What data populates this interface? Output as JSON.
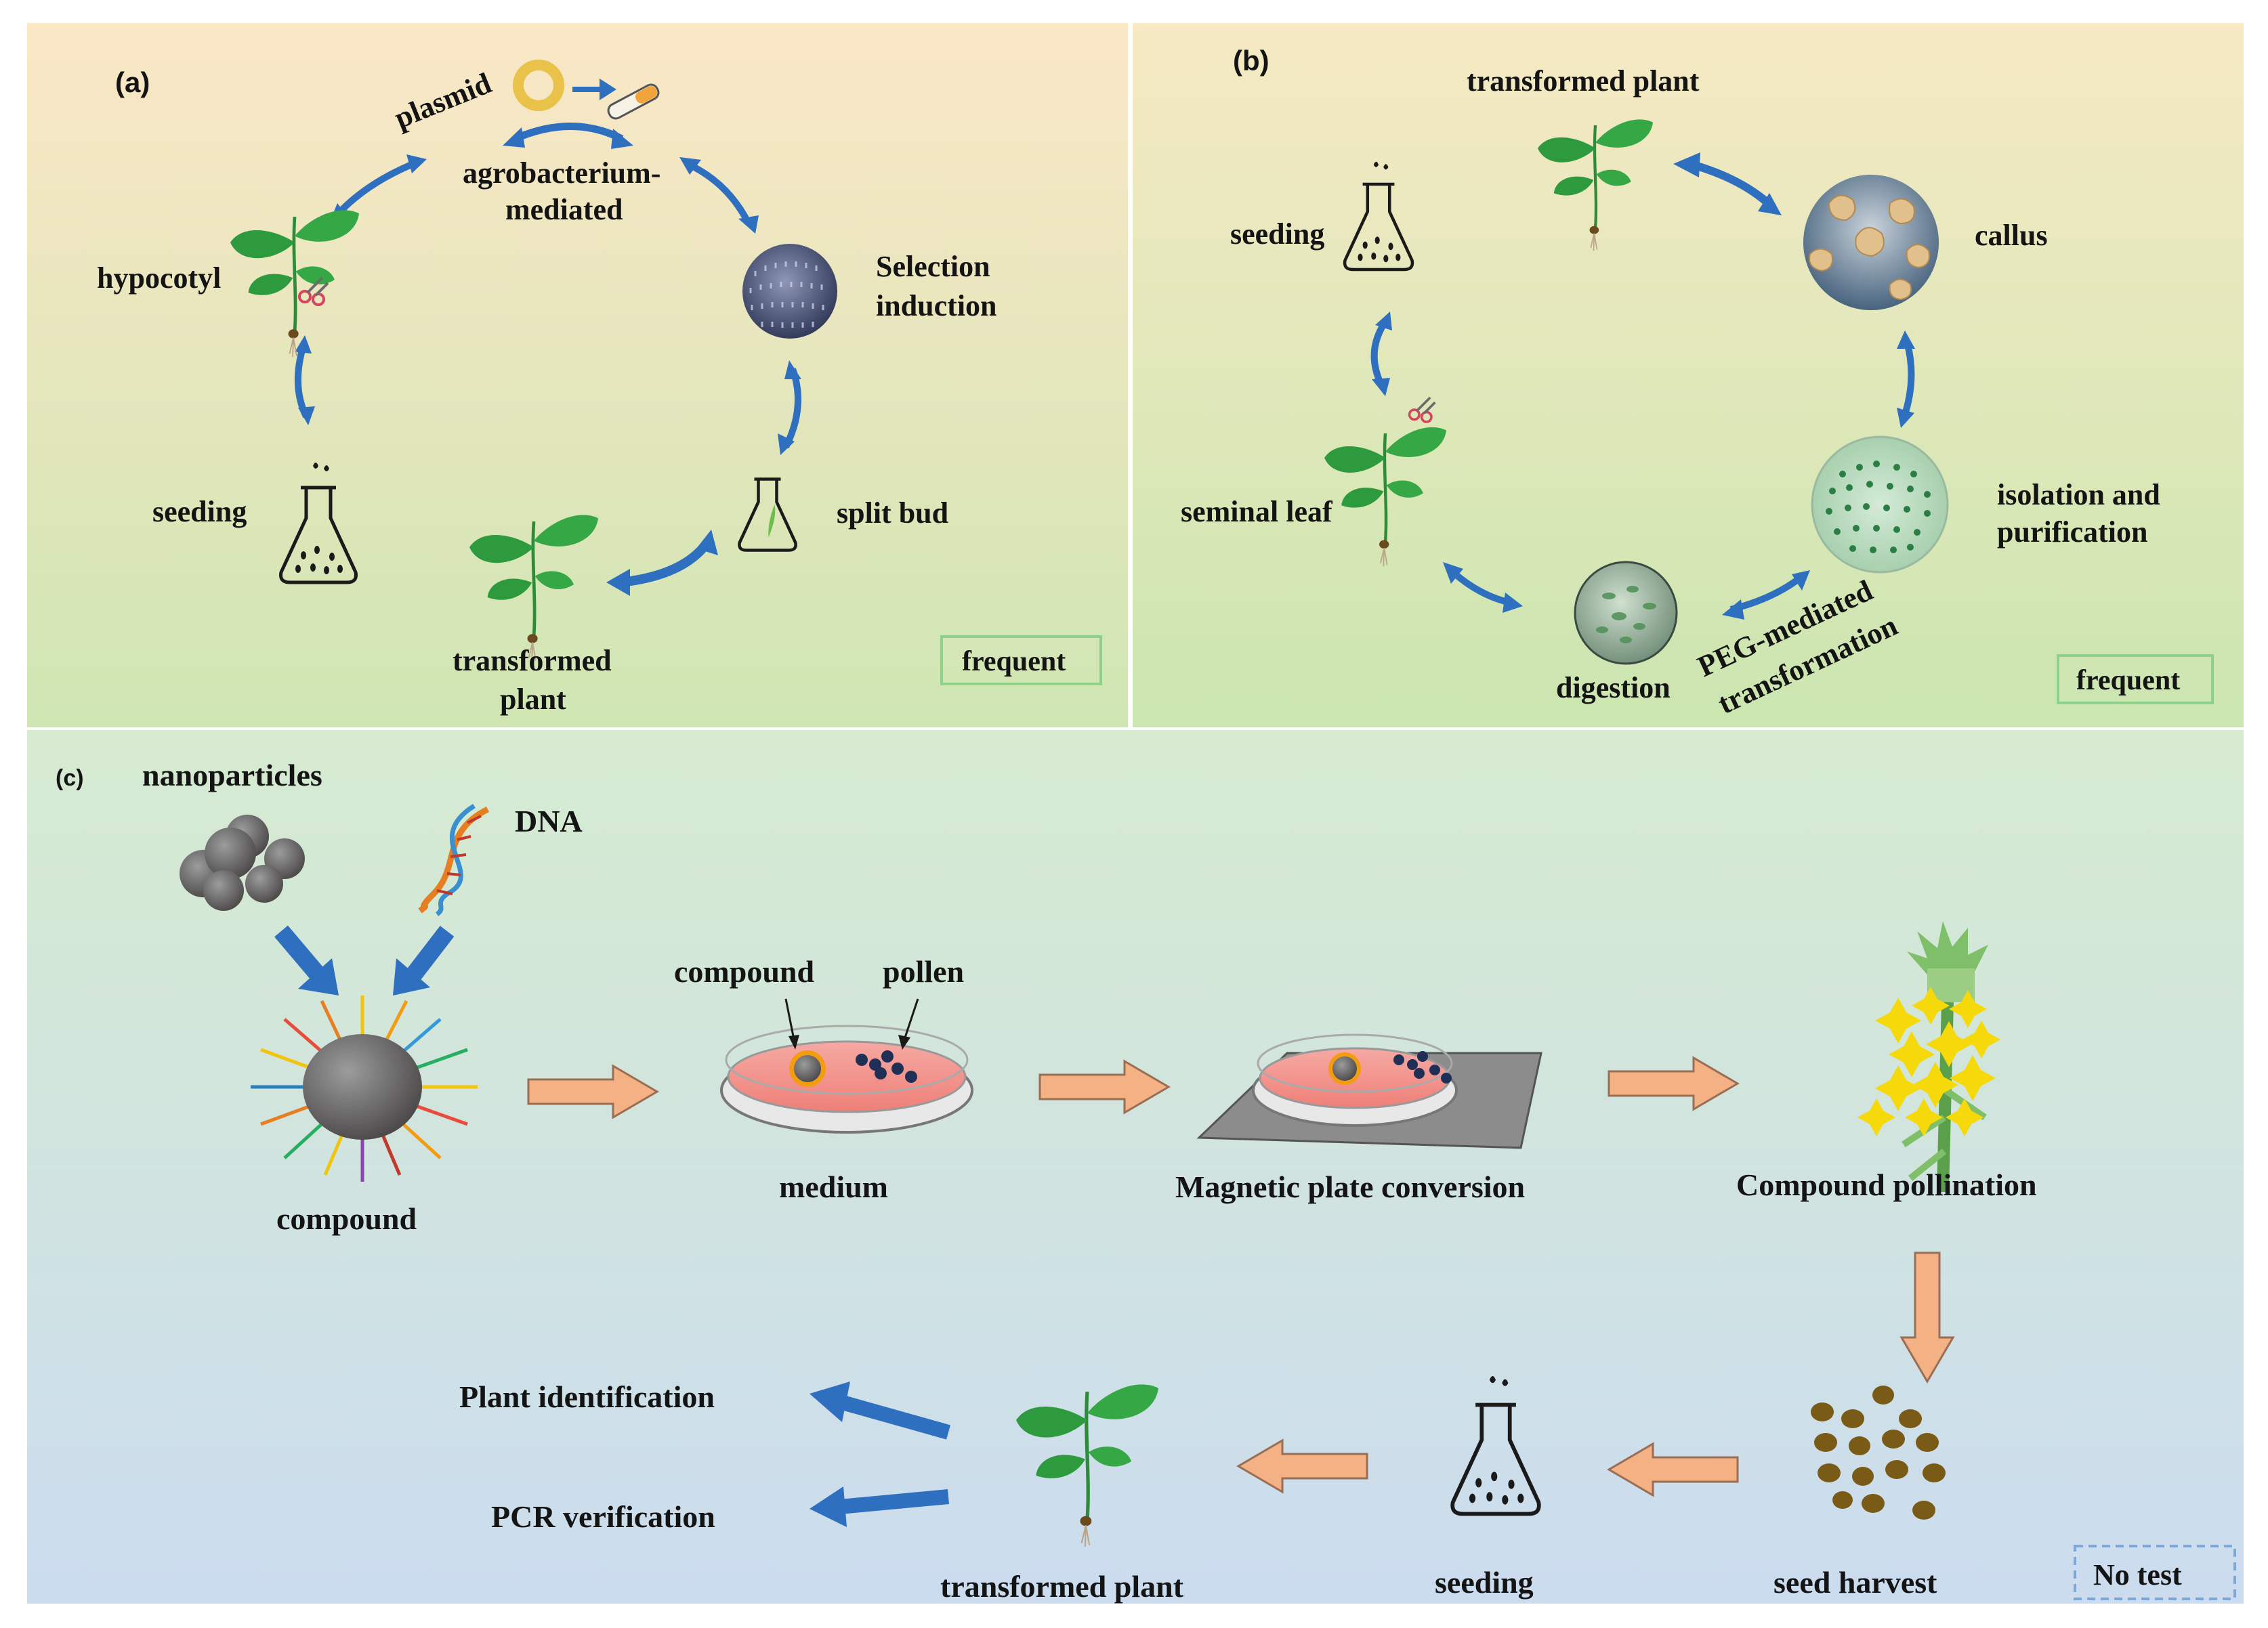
{
  "panel_a": {
    "tag": "(a)",
    "plasmid": "plasmid",
    "agro_1": "agrobacterium-",
    "agro_2": "mediated",
    "selection_1": "Selection",
    "selection_2": "induction",
    "hypocotyl": "hypocotyl",
    "seeding": "seeding",
    "split_bud": "split bud",
    "transformed_1": "transformed",
    "transformed_2": "plant",
    "badge": "frequent"
  },
  "panel_b": {
    "tag": "(b)",
    "transformed_plant": "transformed  plant",
    "seeding": "seeding",
    "callus": "callus",
    "seminal_leaf": "seminal leaf",
    "isolation_1": "isolation and",
    "isolation_2": "purification",
    "digestion": "digestion",
    "peg_1": "PEG-mediated",
    "peg_2": "transformation",
    "badge": "frequent"
  },
  "panel_c": {
    "tag": "(c)",
    "nanoparticles": "nanoparticles",
    "dna": "DNA",
    "compound": "compound",
    "dish_compound": "compound",
    "dish_pollen": "pollen",
    "medium": "medium",
    "magnetic": "Magnetic plate conversion",
    "pollination": "Compound pollination",
    "seed_harvest": "seed harvest",
    "seeding": "seeding",
    "transformed_plant": "transformed  plant",
    "plant_id": "Plant identification",
    "pcr": "PCR verification",
    "badge": "No test"
  },
  "colors": {
    "blue_arrow": "#2f6fbf",
    "orange_arrow": "#f4b183",
    "leaf": "#2e9a3e",
    "badge_border": "#8fd08a",
    "dashed_border": "#7fa6d8"
  }
}
